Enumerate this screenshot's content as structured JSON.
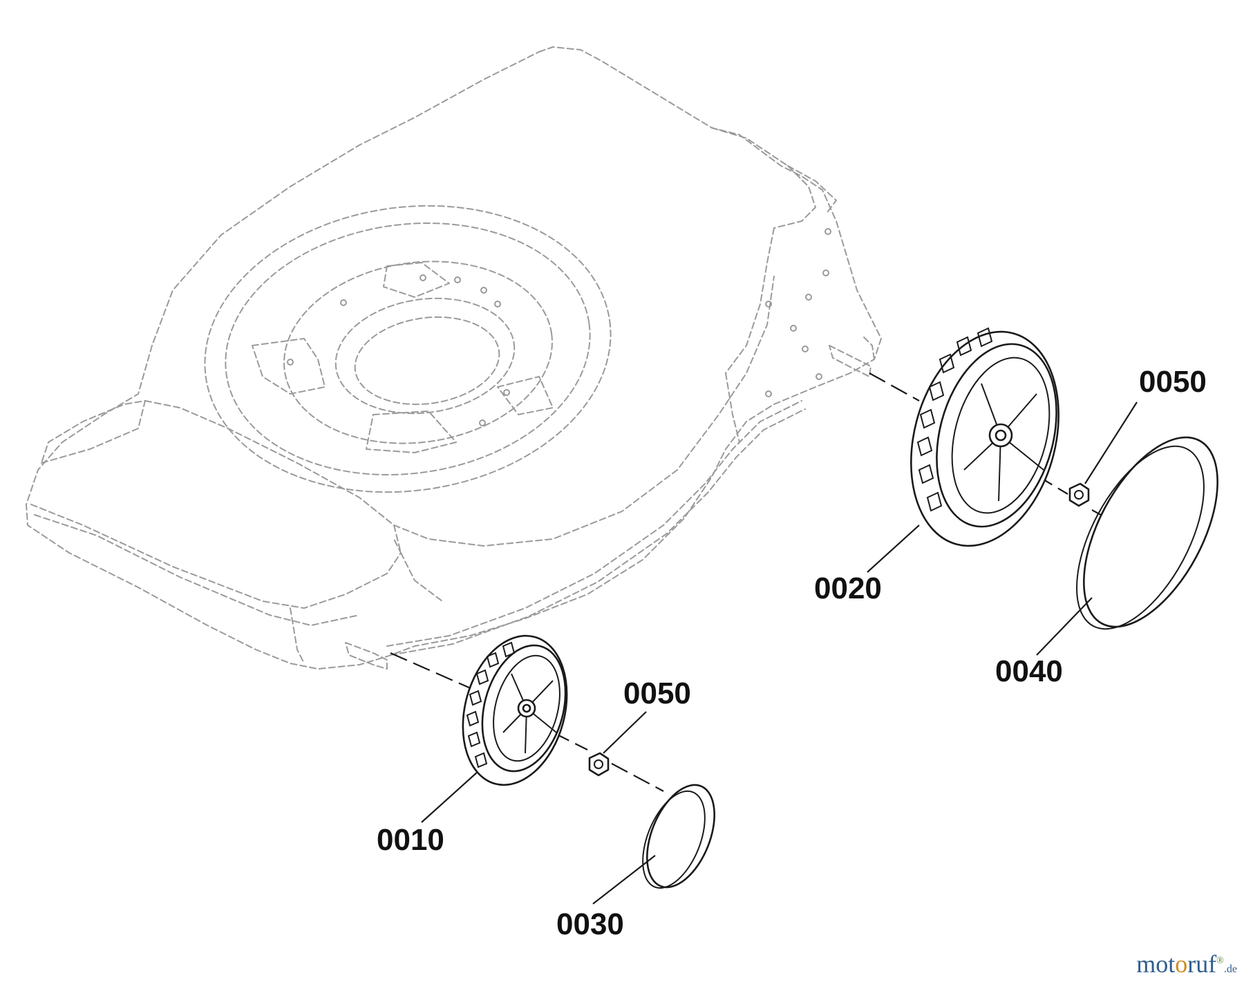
{
  "callouts": {
    "c0010": "0010",
    "c0020": "0020",
    "c0030": "0030",
    "c0040": "0040",
    "c0050_left": "0050",
    "c0050_right": "0050"
  },
  "watermark": {
    "w1": "mot",
    "w2": "o",
    "w3": "ruf",
    "w4": "®",
    "w5": ".de"
  },
  "colors": {
    "deck_outline": "#9a9a9a",
    "part_outline": "#1a1a1a",
    "watermark_blue": "#2f5e8c",
    "watermark_orange": "#d18a1e"
  }
}
